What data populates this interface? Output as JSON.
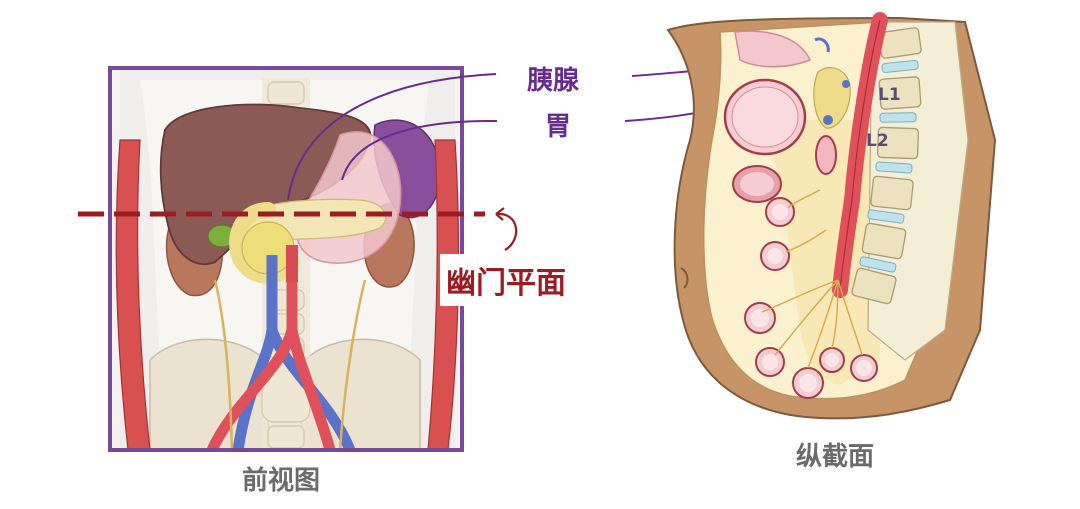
{
  "labels": {
    "pancreas": "胰腺",
    "stomach": "胃",
    "transpyloric_plane": "幽门平面",
    "front_view": "前视图",
    "sagittal_view": "纵截面"
  },
  "vertebrae": {
    "l1": "L1",
    "l2": "L2"
  },
  "colors": {
    "frame_purple": "#7a4a9a",
    "label_purple": "#6a2b8f",
    "plane_red": "#9b1c22",
    "liver": "#8b5a55",
    "stomach": "#f2c7cd",
    "pancreas": "#f2e9a6",
    "aorta": "#e0505a",
    "vena_cava": "#5a73c8",
    "spine": "#f1e9d6",
    "body_wall": "#c79468"
  }
}
